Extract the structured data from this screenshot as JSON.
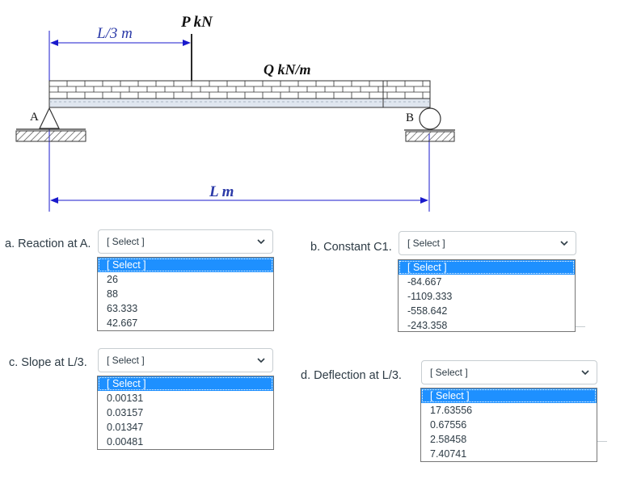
{
  "diagram": {
    "label_L3": "L/3 m",
    "label_P": "P kN",
    "label_Q": "Q kN/m",
    "label_L": "L m",
    "label_A": "A",
    "label_B": "B"
  },
  "questions": [
    {
      "label": "a. Reaction at A.",
      "placeholder": "[ Select ]",
      "options": [
        "[ Select ]",
        "26",
        "88",
        "63.333",
        "42.667"
      ],
      "selected_index": 0
    },
    {
      "label": "b. Constant C1.",
      "placeholder": "[ Select ]",
      "options": [
        "[ Select ]",
        "-84.667",
        "-1109.333",
        "-558.642",
        "-243.358"
      ],
      "selected_index": 0
    },
    {
      "label": "c. Slope at L/3.",
      "placeholder": "[ Select ]",
      "options": [
        "[ Select ]",
        "0.00131",
        "0.03157",
        "0.01347",
        "0.00481"
      ],
      "selected_index": 0
    },
    {
      "label": "d. Deflection at L/3.",
      "placeholder": "[ Select ]",
      "options": [
        "[ Select ]",
        "17.63556",
        "0.67556",
        "2.58458",
        "7.40741"
      ],
      "selected_index": 0
    }
  ],
  "colors": {
    "dimension_line": "#1a1acc",
    "label_blue": "#2b3aa8",
    "highlight": "#1e90ff",
    "beam_fill": "#dfe6ef"
  },
  "icons": {
    "select_arrow": "chevron-down-icon"
  }
}
